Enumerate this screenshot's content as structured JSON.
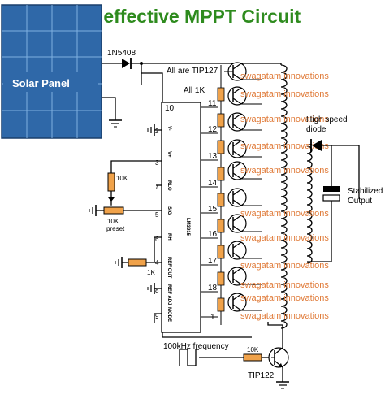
{
  "title": "A Simple, effective MPPT Circuit",
  "solar_panel": {
    "label": "Solar Panel"
  },
  "diode_in": {
    "label": "1N5408"
  },
  "transistor_note": "All are TIP127",
  "resistor_note": "All 1K",
  "ic": {
    "name": "LM3915",
    "pin_left_10": "10",
    "pins_right": [
      "11",
      "12",
      "13",
      "14",
      "15",
      "16",
      "17",
      "18",
      "1"
    ],
    "pins_left": [
      "2",
      "3",
      "7",
      "5",
      "6",
      "4",
      "8",
      "9"
    ],
    "pin_names": [
      "V-",
      "V+",
      "RLO",
      "SIG",
      "RHI",
      "REF OUT",
      "REF ADJ",
      "MODE"
    ]
  },
  "r_10k": {
    "label": "10K"
  },
  "preset": {
    "label": "10K",
    "sub": "preset"
  },
  "r_1k": {
    "label": "1K"
  },
  "hs_diode": {
    "label": "High speed",
    "label2": "diode"
  },
  "cap": {
    "label": "Stabilized",
    "label2": "Output"
  },
  "freq": {
    "label": "100kHz frequency"
  },
  "r_base": {
    "label": "10K"
  },
  "driver": {
    "label": "TIP122"
  },
  "watermark": [
    "swagatam innovations",
    "swagatam innovations",
    "swagatam innovations",
    "swagatam innovations",
    "swagatam innovations",
    "swagatam innovations",
    "swagatam innovations",
    "swagatam innovations",
    "swagatam innovations",
    "swagatam innovations",
    "swagatam innovations"
  ],
  "colors": {
    "title": "#2e8b1e",
    "panel": "#2f68a8",
    "panel_grid": "#7fb0e0",
    "watermark": "#e07b39",
    "resistor": "#f0a24a"
  }
}
